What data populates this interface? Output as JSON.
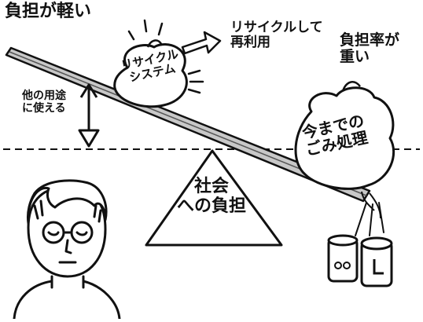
{
  "illustration": {
    "light_burden_label": "負担が軽い",
    "recycle_reuse_label": [
      "リサイクルして",
      "再利用"
    ],
    "heavy_burden_label": [
      "負担率が",
      "重い"
    ],
    "other_use_label": [
      "他の用途",
      "に使える"
    ],
    "recycle_system_bag": [
      "リサイクル",
      "システム"
    ],
    "waste_disposal_bag": [
      "今までの",
      "ごみ処理"
    ],
    "society_burden_label": [
      "社会",
      "への負担"
    ]
  }
}
